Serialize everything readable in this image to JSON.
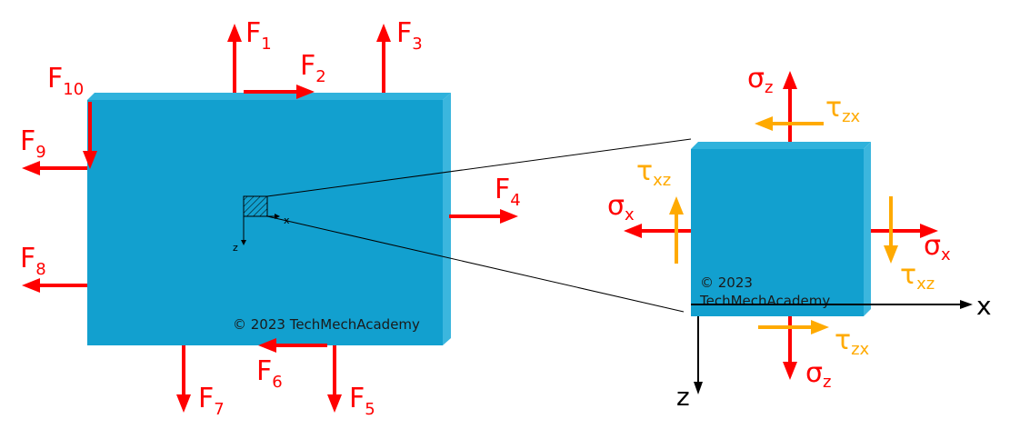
{
  "colors": {
    "plate": "#12a0cf",
    "plate_top": "#2fb2dc",
    "plate_side": "#3bb6de",
    "force": "#ff0000",
    "shear": "#ffaa00",
    "axis": "#000000",
    "label_red": "#ff0000",
    "label_orange": "#ffaa00"
  },
  "plate": {
    "forces": {
      "f1": {
        "base": "F",
        "sub": "1"
      },
      "f2": {
        "base": "F",
        "sub": "2"
      },
      "f3": {
        "base": "F",
        "sub": "3"
      },
      "f4": {
        "base": "F",
        "sub": "4"
      },
      "f5": {
        "base": "F",
        "sub": "5"
      },
      "f6": {
        "base": "F",
        "sub": "6"
      },
      "f7": {
        "base": "F",
        "sub": "7"
      },
      "f8": {
        "base": "F",
        "sub": "8"
      },
      "f9": {
        "base": "F",
        "sub": "9"
      },
      "f10": {
        "base": "F",
        "sub": "10"
      }
    },
    "small_axis_x": "x",
    "small_axis_z": "z",
    "copyright": "© 2023 TechMechAcademy"
  },
  "element": {
    "sigma_z_top": {
      "base": "σ",
      "sub": "z"
    },
    "tau_zx_top": {
      "base": "τ",
      "sub": "zx"
    },
    "tau_xz_left": {
      "base": "τ",
      "sub": "xz"
    },
    "sigma_x_left": {
      "base": "σ",
      "sub": "x"
    },
    "sigma_x_right": {
      "base": "σ",
      "sub": "x"
    },
    "tau_xz_right": {
      "base": "τ",
      "sub": "xz"
    },
    "tau_zx_bottom": {
      "base": "τ",
      "sub": "zx"
    },
    "sigma_z_bottom": {
      "base": "σ",
      "sub": "z"
    },
    "axis_x": "x",
    "axis_z": "z",
    "copyright_year": "© 2023",
    "copyright_name": "TechMechAcademy"
  }
}
